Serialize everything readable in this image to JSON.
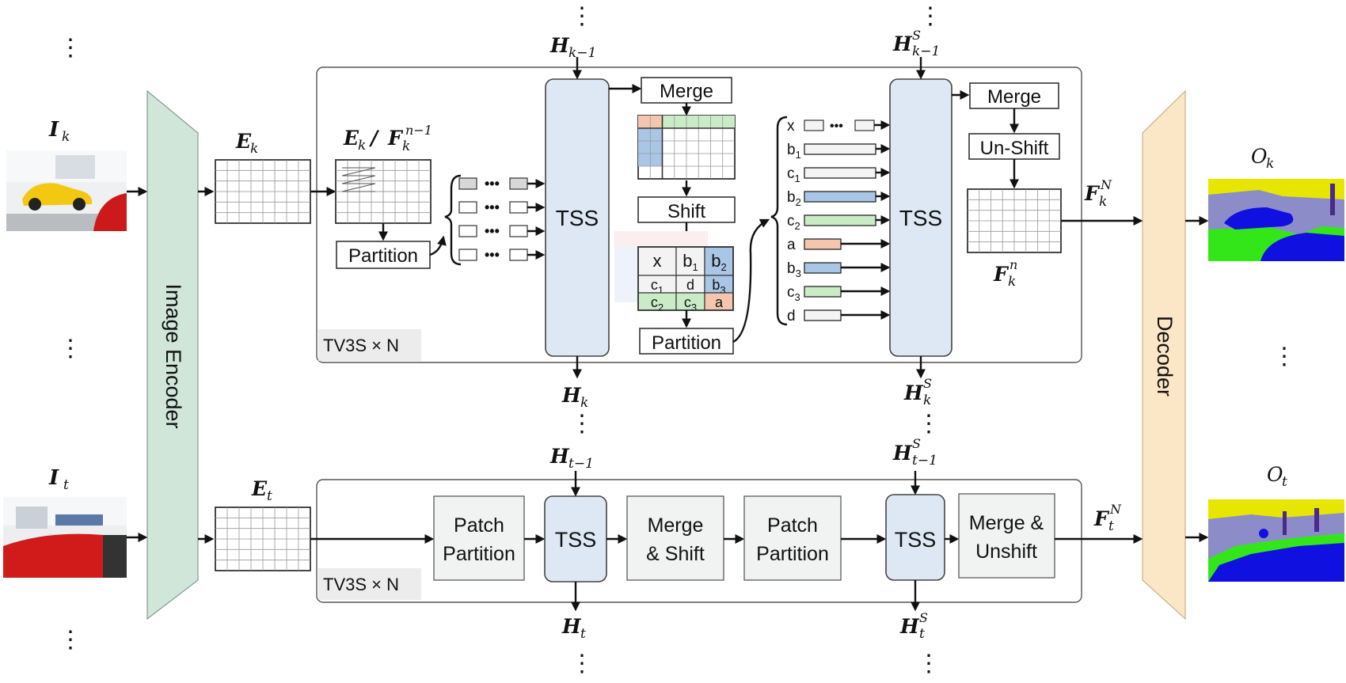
{
  "colors": {
    "encoder": "#cfe6d9",
    "decoder": "#fbe6c6",
    "tss": "#dde8f4",
    "blue": "#a9c6e6",
    "green": "#c9ecc6",
    "orange": "#f4c6ad",
    "seg_yellow": "#e6e600",
    "seg_purple": "#8c8cc8",
    "seg_green": "#33e61a",
    "seg_blue": "#1010e0"
  },
  "encoder": {
    "label": "Image Encoder"
  },
  "decoder": {
    "label": "Decoder"
  },
  "inputs": {
    "k": {
      "sym": "I",
      "sub": "k"
    },
    "t": {
      "sym": "I",
      "sub": "t"
    }
  },
  "outputs": {
    "k": {
      "sym": "O",
      "sub": "k"
    },
    "t": {
      "sym": "O",
      "sub": "t"
    }
  },
  "top": {
    "embed": {
      "sym": "E",
      "sub": "k"
    },
    "feature_label": {
      "sym_a": "E",
      "sub_a": "k",
      "sep": "/",
      "sym_b": "F",
      "sub_b": "k",
      "sup_b": "n−1"
    },
    "partition1": "Partition",
    "tss1": "TSS",
    "h_in": {
      "sym": "H",
      "sub": "k−1"
    },
    "h_out": {
      "sym": "H",
      "sub": "k"
    },
    "merge1": "Merge",
    "shift": "Shift",
    "shift_cells": [
      "x",
      "b1",
      "b2",
      "c1",
      "d",
      "b3",
      "c2",
      "c3",
      "a"
    ],
    "partition2": "Partition",
    "tokens": [
      {
        "l": "x",
        "sub": ""
      },
      {
        "l": "b",
        "sub": "1"
      },
      {
        "l": "c",
        "sub": "1"
      },
      {
        "l": "b",
        "sub": "2"
      },
      {
        "l": "c",
        "sub": "2"
      },
      {
        "l": "a",
        "sub": ""
      },
      {
        "l": "b",
        "sub": "3"
      },
      {
        "l": "c",
        "sub": "3"
      },
      {
        "l": "d",
        "sub": ""
      }
    ],
    "tss2": "TSS",
    "hs_in": {
      "sym": "H",
      "sup": "S",
      "sub": "k−1"
    },
    "hs_out": {
      "sym": "H",
      "sup": "S",
      "sub": "k"
    },
    "merge2": "Merge",
    "unshift": "Un-Shift",
    "fn": {
      "sym": "F",
      "sub": "k",
      "sup": "n"
    },
    "fN": {
      "sym": "F",
      "sub": "k",
      "sup": "N"
    },
    "repeat": "TV3S × N"
  },
  "bottom": {
    "embed": {
      "sym": "E",
      "sub": "t"
    },
    "patch1": [
      "Patch",
      "Partition"
    ],
    "tss1": "TSS",
    "merge_shift": [
      "Merge",
      "& Shift"
    ],
    "patch2": [
      "Patch",
      "Partition"
    ],
    "tss2": "TSS",
    "merge_unshift": [
      "Merge &",
      "Unshift"
    ],
    "h_in": {
      "sym": "H",
      "sub": "t−1"
    },
    "h_out": {
      "sym": "H",
      "sub": "t"
    },
    "hs_in": {
      "sym": "H",
      "sup": "S",
      "sub": "t−1"
    },
    "hs_out": {
      "sym": "H",
      "sup": "S",
      "sub": "t"
    },
    "fN": {
      "sym": "F",
      "sub": "t",
      "sup": "N"
    },
    "repeat": "TV3S × N"
  },
  "ellipsis": "⋮"
}
